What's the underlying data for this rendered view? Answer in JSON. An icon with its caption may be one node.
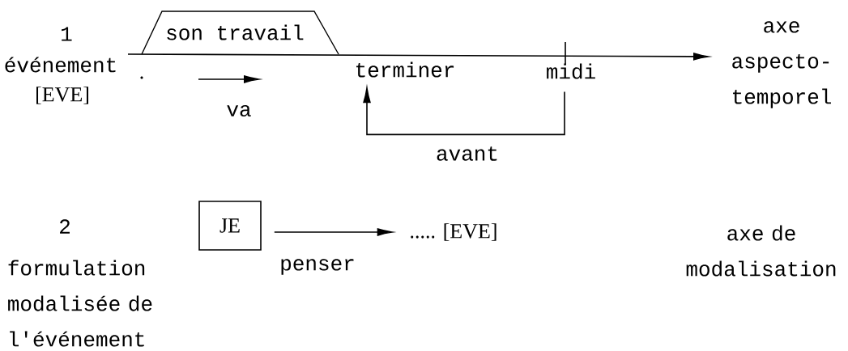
{
  "diagram": {
    "nodes": [
      {
        "text": [
          "son travail"
        ]
      },
      {
        "text": [
          "terminer"
        ]
      },
      {
        "text": [
          "midi"
        ]
      },
      {
        "text": [
          "JE"
        ]
      },
      {
        "text": [
          "..... [EVE]"
        ]
      }
    ],
    "edges": [
      {
        "from": 2,
        "to": 1,
        "arrow": "to",
        "label": "avant"
      },
      {
        "from": 3,
        "to": 4,
        "arrow": "to",
        "label": "penser"
      }
    ],
    "labels": [
      "1",
      "événement",
      "[EVE]",
      "va",
      "axe aspecto- temporel",
      "2",
      "formulation modalisée de l'événement",
      "axe de modalisation"
    ]
  }
}
